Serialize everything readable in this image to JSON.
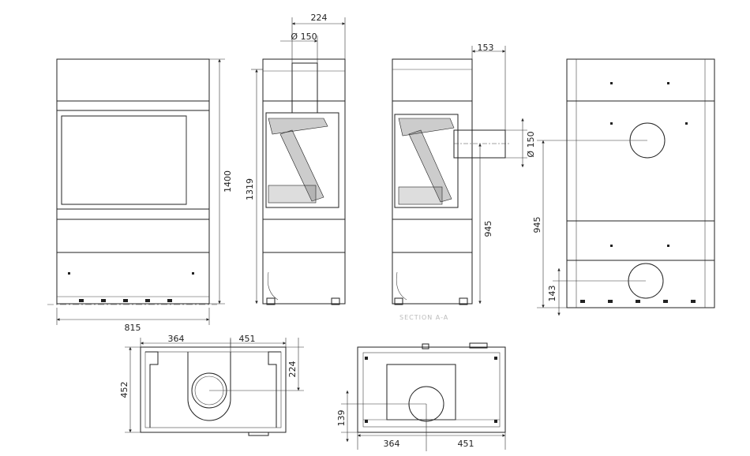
{
  "views": {
    "front": {
      "width_label": "815",
      "height_label": "1400"
    },
    "side": {
      "top_label": "224",
      "diameter_label": "Ø 150",
      "height_label": "1319"
    },
    "section": {
      "offset_label": "153",
      "diameter_label": "Ø 150",
      "height_label": "945",
      "caption": "SECTION A-A"
    },
    "back": {
      "height_label": "945",
      "lower_label": "143"
    },
    "top_plan": {
      "left_label": "364",
      "right_label": "451",
      "depth_label": "224",
      "total_label": "452"
    },
    "bottom_plan": {
      "offset_label": "139",
      "left_label": "364",
      "right_label": "451"
    }
  }
}
